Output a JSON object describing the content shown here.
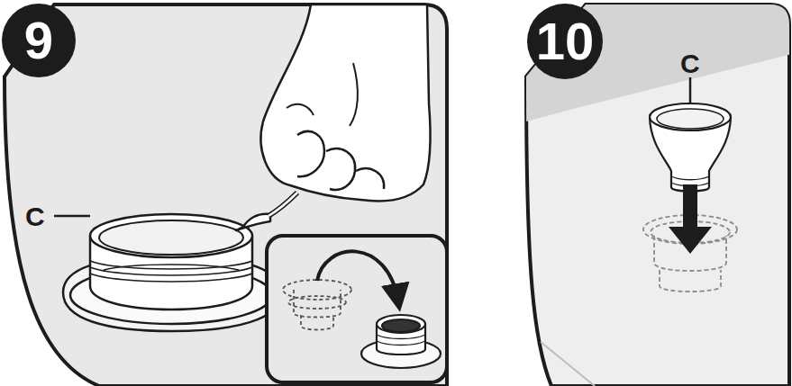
{
  "diagram": {
    "nodes": [
      {
        "text": [
          "9"
        ]
      },
      {
        "text": [
          "10"
        ]
      }
    ],
    "labels": [
      "C",
      "C"
    ]
  }
}
